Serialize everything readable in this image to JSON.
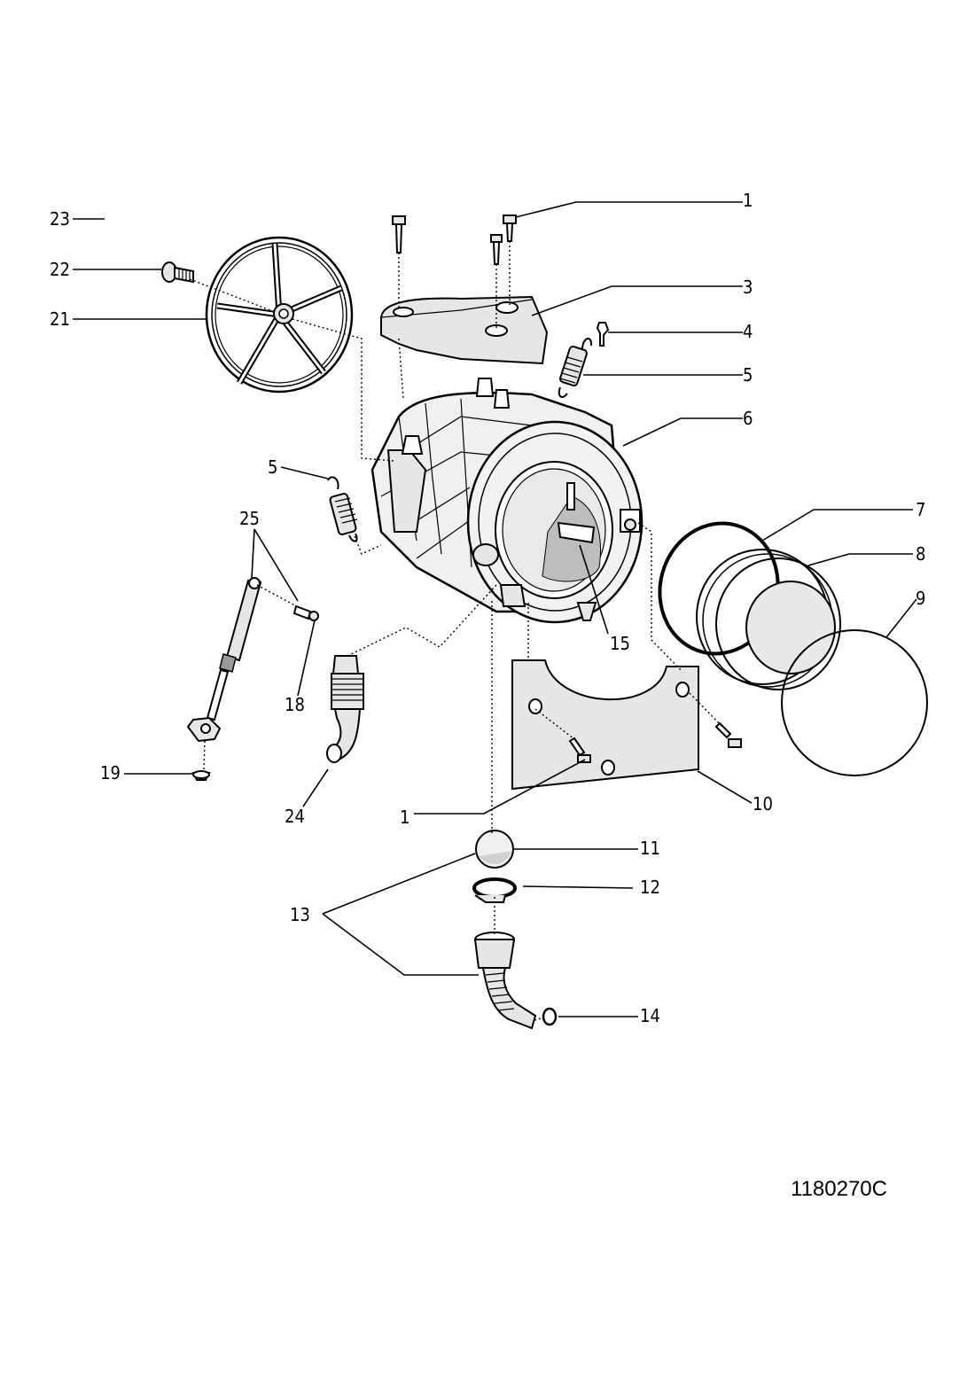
{
  "diagram": {
    "drawing_code": "1180270C",
    "callouts": [
      {
        "id": "c1a",
        "label": "1"
      },
      {
        "id": "c3",
        "label": "3"
      },
      {
        "id": "c4",
        "label": "4"
      },
      {
        "id": "c5a",
        "label": "5"
      },
      {
        "id": "c6",
        "label": "6"
      },
      {
        "id": "c7",
        "label": "7"
      },
      {
        "id": "c8",
        "label": "8"
      },
      {
        "id": "c9",
        "label": "9"
      },
      {
        "id": "c10",
        "label": "10"
      },
      {
        "id": "c11",
        "label": "11"
      },
      {
        "id": "c12",
        "label": "12"
      },
      {
        "id": "c13",
        "label": "13"
      },
      {
        "id": "c14",
        "label": "14"
      },
      {
        "id": "c15",
        "label": "15"
      },
      {
        "id": "c1b",
        "label": "1"
      },
      {
        "id": "c5b",
        "label": "5"
      },
      {
        "id": "c18",
        "label": "18"
      },
      {
        "id": "c19",
        "label": "19"
      },
      {
        "id": "c21",
        "label": "21"
      },
      {
        "id": "c22",
        "label": "22"
      },
      {
        "id": "c23",
        "label": "23"
      },
      {
        "id": "c24",
        "label": "24"
      },
      {
        "id": "c25",
        "label": "25"
      }
    ]
  }
}
